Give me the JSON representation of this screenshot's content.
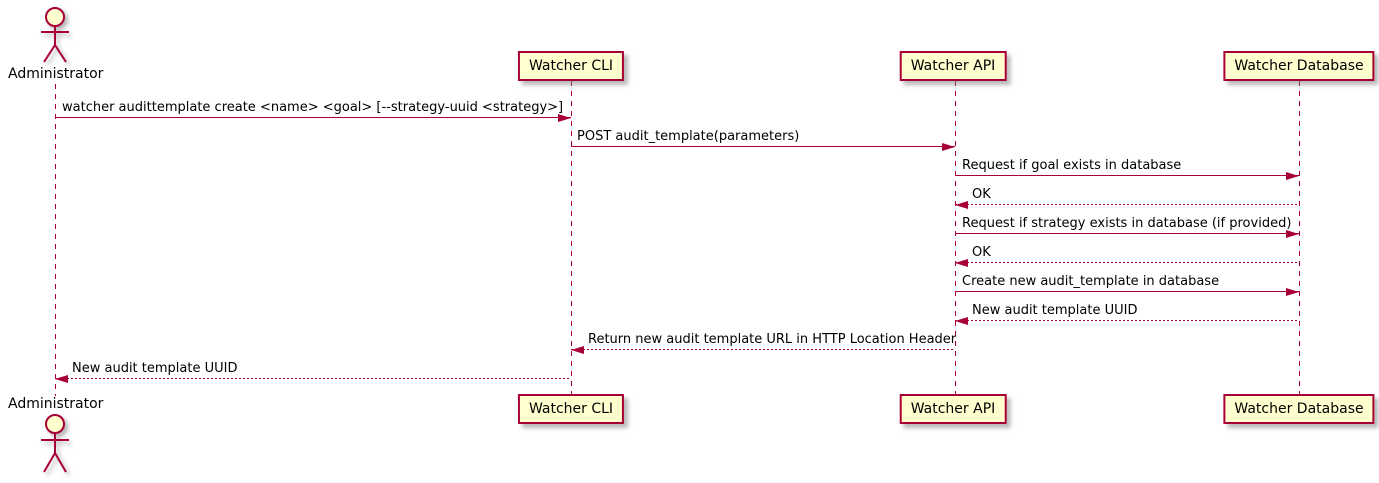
{
  "diagram_type": "uml-sequence-diagram",
  "colors": {
    "accent": "#A80036",
    "participant_fill": "#FEFECE",
    "text": "#000000",
    "background": "#FFFFFF"
  },
  "actor": {
    "name": "Administrator"
  },
  "participants": [
    {
      "label": "Watcher CLI"
    },
    {
      "label": "Watcher API"
    },
    {
      "label": "Watcher Database"
    }
  ],
  "messages": [
    {
      "label": "watcher audittemplate create <name> <goal> [--strategy-uuid <strategy>]",
      "from": "Administrator",
      "to": "Watcher CLI",
      "style": "solid",
      "direction": "right"
    },
    {
      "label": "POST audit_template(parameters)",
      "from": "Watcher CLI",
      "to": "Watcher API",
      "style": "solid",
      "direction": "right"
    },
    {
      "label": "Request if goal exists in database",
      "from": "Watcher API",
      "to": "Watcher Database",
      "style": "solid",
      "direction": "right"
    },
    {
      "label": "OK",
      "from": "Watcher Database",
      "to": "Watcher API",
      "style": "dashed",
      "direction": "left"
    },
    {
      "label": "Request if strategy exists in database (if provided)",
      "from": "Watcher API",
      "to": "Watcher Database",
      "style": "solid",
      "direction": "right"
    },
    {
      "label": "OK",
      "from": "Watcher Database",
      "to": "Watcher API",
      "style": "dashed",
      "direction": "left"
    },
    {
      "label": "Create new audit_template in database",
      "from": "Watcher API",
      "to": "Watcher Database",
      "style": "solid",
      "direction": "right"
    },
    {
      "label": "New audit template UUID",
      "from": "Watcher Database",
      "to": "Watcher API",
      "style": "dashed",
      "direction": "left"
    },
    {
      "label": "Return new audit template URL in HTTP Location Header",
      "from": "Watcher API",
      "to": "Watcher CLI",
      "style": "dashed",
      "direction": "left"
    },
    {
      "label": "New audit template UUID",
      "from": "Watcher CLI",
      "to": "Administrator",
      "style": "dashed",
      "direction": "left"
    }
  ]
}
